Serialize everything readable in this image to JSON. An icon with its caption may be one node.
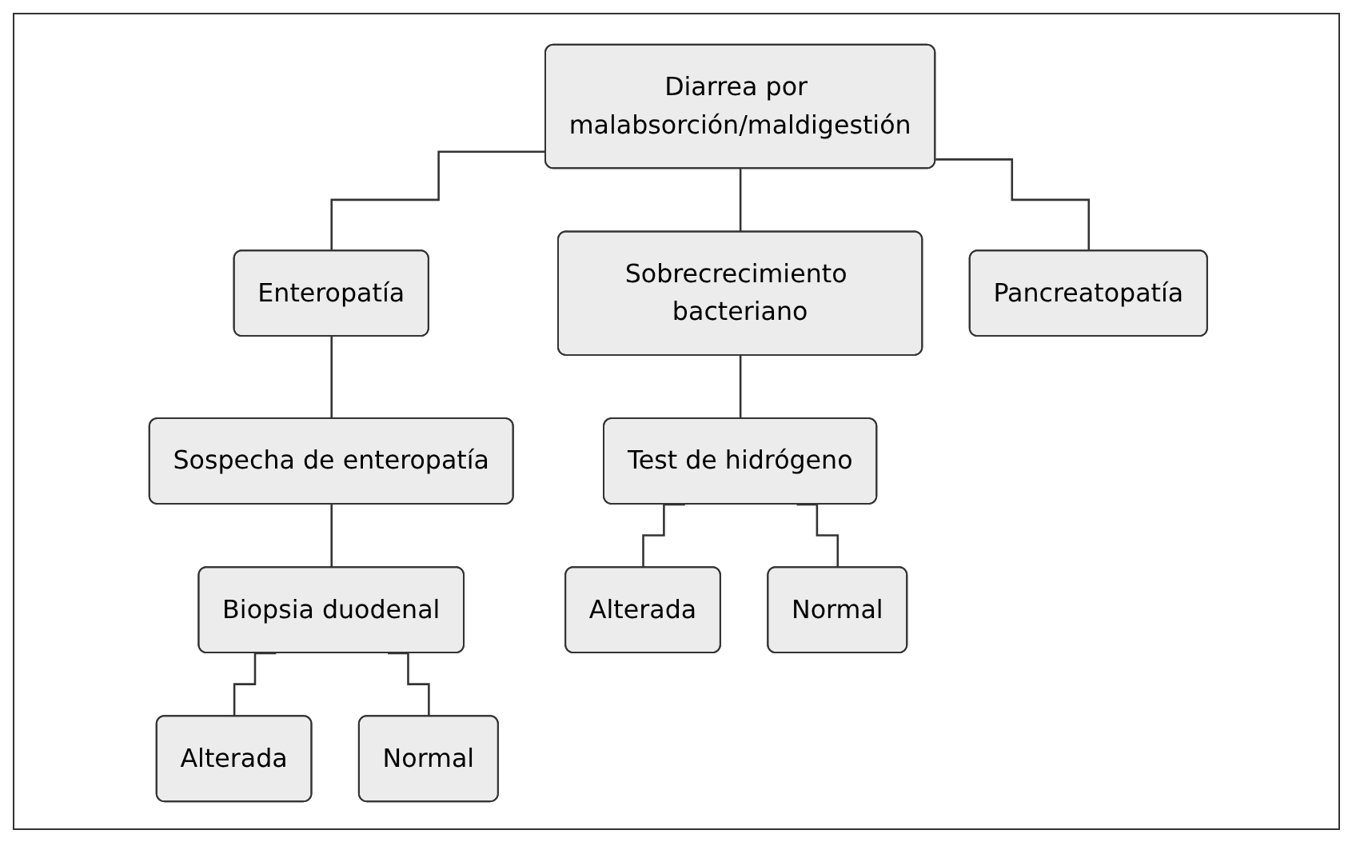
{
  "diagram": {
    "nodes": [
      {
        "text": [
          "Diarrea por malabsorción/maldigestión"
        ]
      },
      {
        "text": [
          "Enteropatía"
        ]
      },
      {
        "text": [
          "Sobrecrecimiento bacteriano"
        ]
      },
      {
        "text": [
          "Pancreatopatía"
        ]
      },
      {
        "text": [
          "Sospecha de enteropatía"
        ]
      },
      {
        "text": [
          "Test de hidrógeno"
        ]
      },
      {
        "text": [
          "Biopsia duodenal"
        ]
      },
      {
        "text": [
          "Alterada"
        ]
      },
      {
        "text": [
          "Normal"
        ]
      },
      {
        "text": [
          "Alterada"
        ]
      },
      {
        "text": [
          "Normal"
        ]
      }
    ],
    "edges": [
      {
        "from": 0,
        "to": 1,
        "arrow": "none"
      },
      {
        "from": 0,
        "to": 2,
        "arrow": "none"
      },
      {
        "from": 0,
        "to": 3,
        "arrow": "none"
      },
      {
        "from": 1,
        "to": 4,
        "arrow": "none"
      },
      {
        "from": 2,
        "to": 5,
        "arrow": "none"
      },
      {
        "from": 4,
        "to": 6,
        "arrow": "none"
      },
      {
        "from": 5,
        "to": 7,
        "arrow": "none"
      },
      {
        "from": 5,
        "to": 8,
        "arrow": "none"
      },
      {
        "from": 6,
        "to": 9,
        "arrow": "none"
      },
      {
        "from": 6,
        "to": 10,
        "arrow": "none"
      }
    ]
  }
}
